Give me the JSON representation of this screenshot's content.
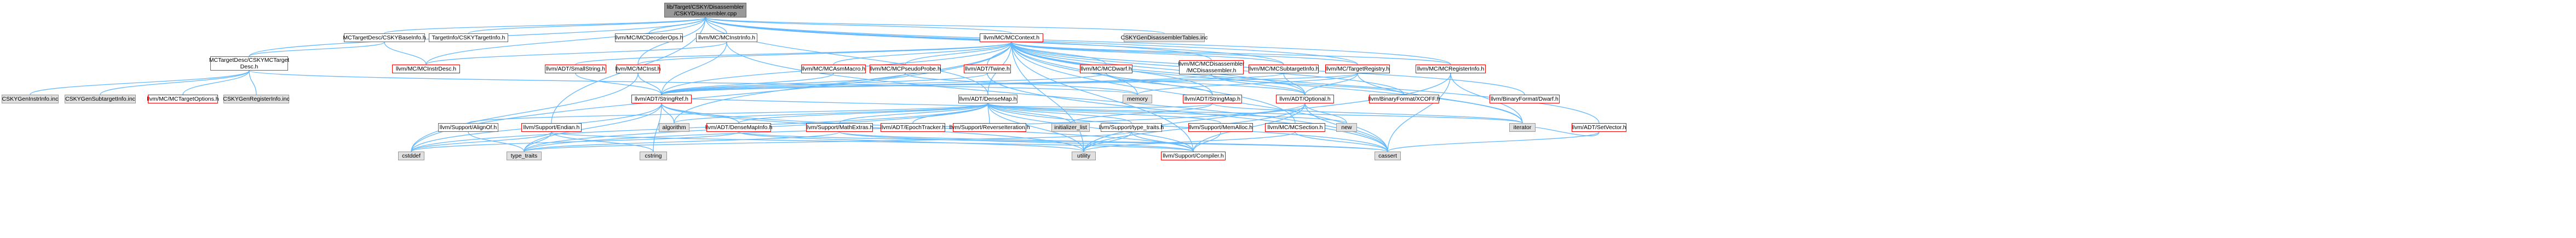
{
  "graph": {
    "colors": {
      "edge": "#63b8ff",
      "external_fill": "#e0e0e0",
      "root_fill": "#999999",
      "undocumented_border": "#ff0000"
    },
    "nodes": [
      {
        "id": "root",
        "label": "lib/Target/CSKY/Disassembler\n/CSKYDisassembler.cpp",
        "kind": "root"
      },
      {
        "id": "baseinfo",
        "label": "MCTargetDesc/CSKYBaseInfo.h",
        "kind": "normal"
      },
      {
        "id": "targetinfo",
        "label": "TargetInfo/CSKYTargetInfo.h",
        "kind": "normal"
      },
      {
        "id": "decoderops",
        "label": "llvm/MC/MCDecoderOps.h",
        "kind": "normal"
      },
      {
        "id": "mcinstrinfo",
        "label": "llvm/MC/MCInstrInfo.h",
        "kind": "normal"
      },
      {
        "id": "mccontext",
        "label": "llvm/MC/MCContext.h",
        "kind": "red"
      },
      {
        "id": "gendisasm",
        "label": "CSKYGenDisassemblerTables.inc",
        "kind": "grey"
      },
      {
        "id": "mctargetdesc",
        "label": "MCTargetDesc/CSKYMCTarget\nDesc.h",
        "kind": "normal"
      },
      {
        "id": "mcinstrdesc",
        "label": "llvm/MC/MCInstrDesc.h",
        "kind": "red"
      },
      {
        "id": "geninstrinfo",
        "label": "CSKYGenInstrInfo.inc",
        "kind": "grey"
      },
      {
        "id": "gensubtarget",
        "label": "CSKYGenSubtargetInfo.inc",
        "kind": "grey"
      },
      {
        "id": "mctargetoptions",
        "label": "llvm/MC/MCTargetOptions.h",
        "kind": "red"
      },
      {
        "id": "genregister",
        "label": "CSKYGenRegisterInfo.inc",
        "kind": "grey"
      },
      {
        "id": "smallstring",
        "label": "llvm/ADT/SmallString.h",
        "kind": "red"
      },
      {
        "id": "mcinst",
        "label": "llvm/MC/MCInst.h",
        "kind": "red"
      },
      {
        "id": "mcasmmacro",
        "label": "llvm/MC/MCAsmMacro.h",
        "kind": "red"
      },
      {
        "id": "mcpseudoprobe",
        "label": "llvm/MC/MCPseudoProbe.h",
        "kind": "red"
      },
      {
        "id": "twine",
        "label": "llvm/ADT/Twine.h",
        "kind": "red"
      },
      {
        "id": "mcdwarf",
        "label": "llvm/MC/MCDwarf.h",
        "kind": "red"
      },
      {
        "id": "mcdisassembler",
        "label": "llvm/MC/MCDisassembler\n/MCDisassembler.h",
        "kind": "red"
      },
      {
        "id": "mcsubtargetinfo",
        "label": "llvm/MC/MCSubtargetInfo.h",
        "kind": "red"
      },
      {
        "id": "targetregistry",
        "label": "llvm/MC/TargetRegistry.h",
        "kind": "red"
      },
      {
        "id": "mcregisterinfo",
        "label": "llvm/MC/MCRegisterInfo.h",
        "kind": "red"
      },
      {
        "id": "stringref",
        "label": "llvm/ADT/StringRef.h",
        "kind": "red"
      },
      {
        "id": "densemap",
        "label": "llvm/ADT/DenseMap.h",
        "kind": "normal"
      },
      {
        "id": "memory",
        "label": "memory",
        "kind": "grey"
      },
      {
        "id": "stringmap",
        "label": "llvm/ADT/StringMap.h",
        "kind": "red"
      },
      {
        "id": "optional",
        "label": "llvm/ADT/Optional.h",
        "kind": "red"
      },
      {
        "id": "binaryxcoff",
        "label": "llvm/BinaryFormat/XCOFF.h",
        "kind": "red"
      },
      {
        "id": "binarydwarf",
        "label": "llvm/BinaryFormat/Dwarf.h",
        "kind": "red"
      },
      {
        "id": "setvector",
        "label": "llvm/ADT/SetVector.h",
        "kind": "red"
      },
      {
        "id": "new",
        "label": "new",
        "kind": "grey"
      },
      {
        "id": "iterator",
        "label": "iterator",
        "kind": "grey"
      },
      {
        "id": "alignof",
        "label": "llvm/Support/AlignOf.h",
        "kind": "normal"
      },
      {
        "id": "endian",
        "label": "llvm/Support/Endian.h",
        "kind": "red"
      },
      {
        "id": "algorithm",
        "label": "algorithm",
        "kind": "grey"
      },
      {
        "id": "densemapinfo",
        "label": "llvm/ADT/DenseMapInfo.h",
        "kind": "red"
      },
      {
        "id": "mathextras",
        "label": "llvm/Support/MathExtras.h",
        "kind": "red"
      },
      {
        "id": "epochtracker",
        "label": "llvm/ADT/EpochTracker.h",
        "kind": "red"
      },
      {
        "id": "reverseiteration",
        "label": "llvm/Support/ReverseIteration.h",
        "kind": "red"
      },
      {
        "id": "initlist",
        "label": "initializer_list",
        "kind": "grey"
      },
      {
        "id": "typetraits_h",
        "label": "llvm/Support/type_traits.h",
        "kind": "normal"
      },
      {
        "id": "memalloc",
        "label": "llvm/Support/MemAlloc.h",
        "kind": "red"
      },
      {
        "id": "mcsection",
        "label": "llvm/MC/MCSection.h",
        "kind": "red"
      },
      {
        "id": "cstddef",
        "label": "cstddef",
        "kind": "grey"
      },
      {
        "id": "type_traits",
        "label": "type_traits",
        "kind": "grey"
      },
      {
        "id": "cstring",
        "label": "cstring",
        "kind": "grey"
      },
      {
        "id": "utility",
        "label": "utility",
        "kind": "grey"
      },
      {
        "id": "compiler",
        "label": "llvm/Support/Compiler.h",
        "kind": "red"
      },
      {
        "id": "cassert",
        "label": "cassert",
        "kind": "grey"
      }
    ],
    "edges": [
      [
        "root",
        "baseinfo"
      ],
      [
        "root",
        "targetinfo"
      ],
      [
        "root",
        "decoderops"
      ],
      [
        "root",
        "mcinstrinfo"
      ],
      [
        "root",
        "mccontext"
      ],
      [
        "root",
        "gendisasm"
      ],
      [
        "root",
        "mctargetdesc"
      ],
      [
        "root",
        "mcdisassembler"
      ],
      [
        "root",
        "endian"
      ],
      [
        "root",
        "densemap"
      ],
      [
        "root",
        "mcinstrdesc"
      ],
      [
        "root",
        "mcregisterinfo"
      ],
      [
        "root",
        "mcsubtargetinfo"
      ],
      [
        "root",
        "targetregistry"
      ],
      [
        "root",
        "mcinst"
      ],
      [
        "baseinfo",
        "mctargetdesc"
      ],
      [
        "baseinfo",
        "mcinstrdesc"
      ],
      [
        "mctargetdesc",
        "geninstrinfo"
      ],
      [
        "mctargetdesc",
        "gensubtarget"
      ],
      [
        "mctargetdesc",
        "mctargetoptions"
      ],
      [
        "mctargetdesc",
        "genregister"
      ],
      [
        "mctargetdesc",
        "memory"
      ],
      [
        "mcinstrinfo",
        "stringref"
      ],
      [
        "mcinstrinfo",
        "mcinstrdesc"
      ],
      [
        "mcinstrinfo",
        "cassert"
      ],
      [
        "mccontext",
        "smallstring"
      ],
      [
        "mccontext",
        "mcinst"
      ],
      [
        "mccontext",
        "mcasmmacro"
      ],
      [
        "mccontext",
        "mcpseudoprobe"
      ],
      [
        "mccontext",
        "twine"
      ],
      [
        "mccontext",
        "mcdwarf"
      ],
      [
        "mccontext",
        "mcsubtargetinfo"
      ],
      [
        "mccontext",
        "targetregistry"
      ],
      [
        "mccontext",
        "mcregisterinfo"
      ],
      [
        "mccontext",
        "densemap"
      ],
      [
        "mccontext",
        "stringref"
      ],
      [
        "mccontext",
        "stringmap"
      ],
      [
        "mccontext",
        "optional"
      ],
      [
        "mccontext",
        "binaryxcoff"
      ],
      [
        "mccontext",
        "binarydwarf"
      ],
      [
        "mccontext",
        "setvector"
      ],
      [
        "mccontext",
        "memory"
      ],
      [
        "mccontext",
        "cstddef"
      ],
      [
        "mccontext",
        "utility"
      ],
      [
        "mccontext",
        "cassert"
      ],
      [
        "mccontext",
        "compiler"
      ],
      [
        "mccontext",
        "mcsection"
      ],
      [
        "mccontext",
        "iterator"
      ],
      [
        "mccontext",
        "algorithm"
      ],
      [
        "smallstring",
        "stringref"
      ],
      [
        "mcinst",
        "stringref"
      ],
      [
        "mcinst",
        "cstddef"
      ],
      [
        "mcasmmacro",
        "stringref"
      ],
      [
        "mcpseudoprobe",
        "stringref"
      ],
      [
        "mcpseudoprobe",
        "memory"
      ],
      [
        "twine",
        "stringref"
      ],
      [
        "twine",
        "cassert"
      ],
      [
        "mcdwarf",
        "stringref"
      ],
      [
        "mcdwarf",
        "optional"
      ],
      [
        "mcdwarf",
        "stringmap"
      ],
      [
        "mcdisassembler",
        "stringref"
      ],
      [
        "mcdisassembler",
        "binaryxcoff"
      ],
      [
        "mcdisassembler",
        "optional"
      ],
      [
        "mcsubtargetinfo",
        "stringref"
      ],
      [
        "mcsubtargetinfo",
        "optional"
      ],
      [
        "targetregistry",
        "stringref"
      ],
      [
        "targetregistry",
        "optional"
      ],
      [
        "targetregistry",
        "memory"
      ],
      [
        "targetregistry",
        "iterator"
      ],
      [
        "mcregisterinfo",
        "iterator"
      ],
      [
        "mcregisterinfo",
        "cassert"
      ],
      [
        "mcregisterinfo",
        "utility"
      ],
      [
        "setvector",
        "cassert"
      ],
      [
        "setvector",
        "iterator"
      ],
      [
        "stringref",
        "algorithm"
      ],
      [
        "stringref",
        "densemapinfo"
      ],
      [
        "stringref",
        "cstddef"
      ],
      [
        "stringref",
        "cstring"
      ],
      [
        "stringref",
        "type_traits"
      ],
      [
        "stringref",
        "utility"
      ],
      [
        "stringref",
        "compiler"
      ],
      [
        "densemap",
        "alignof"
      ],
      [
        "densemap",
        "densemapinfo"
      ],
      [
        "densemap",
        "mathextras"
      ],
      [
        "densemap",
        "epochtracker"
      ],
      [
        "densemap",
        "reverseiteration"
      ],
      [
        "densemap",
        "initlist"
      ],
      [
        "densemap",
        "typetraits_h"
      ],
      [
        "densemap",
        "memalloc"
      ],
      [
        "densemap",
        "new"
      ],
      [
        "densemap",
        "iterator"
      ],
      [
        "densemap",
        "algorithm"
      ],
      [
        "densemap",
        "cassert"
      ],
      [
        "densemap",
        "cstddef"
      ],
      [
        "densemap",
        "type_traits"
      ],
      [
        "densemap",
        "utility"
      ],
      [
        "densemap",
        "compiler"
      ],
      [
        "stringmap",
        "stringref"
      ],
      [
        "stringmap",
        "initlist"
      ],
      [
        "stringmap",
        "iterator"
      ],
      [
        "optional",
        "new"
      ],
      [
        "optional",
        "utility"
      ],
      [
        "optional",
        "cassert"
      ],
      [
        "optional",
        "type_traits"
      ],
      [
        "optional",
        "compiler"
      ],
      [
        "alignof",
        "type_traits"
      ],
      [
        "endian",
        "cstddef"
      ],
      [
        "endian",
        "cstring"
      ],
      [
        "endian",
        "type_traits"
      ],
      [
        "endian",
        "compiler"
      ],
      [
        "densemapinfo",
        "cassert"
      ],
      [
        "densemapinfo",
        "cstddef"
      ],
      [
        "densemapinfo",
        "utility"
      ],
      [
        "mathextras",
        "cassert"
      ],
      [
        "mathextras",
        "compiler"
      ],
      [
        "mathextras",
        "type_traits"
      ],
      [
        "typetraits_h",
        "utility"
      ],
      [
        "typetraits_h",
        "type_traits"
      ],
      [
        "typetraits_h",
        "compiler"
      ],
      [
        "memalloc",
        "compiler"
      ],
      [
        "mcsection",
        "cassert"
      ],
      [
        "mcsection",
        "utility"
      ]
    ]
  }
}
